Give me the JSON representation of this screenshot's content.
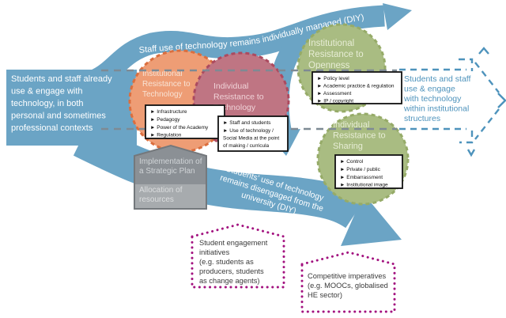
{
  "palette": {
    "flow_blue": "#6BA4C5",
    "orange_fill": "#EE9D75",
    "orange_border": "#DB6E3E",
    "mauve_fill": "#BF7583",
    "mauve_border": "#AC4A5F",
    "green_fill": "#A9BC82",
    "green_border": "#96AB68",
    "gray_dark": "#8B9095",
    "gray_light": "#A7ABAE",
    "magenta_dotted": "#A3127F",
    "dashed_arrow_blue": "#4E93BC",
    "dashed_line_gray": "#7E8A94"
  },
  "left_box": {
    "lines": [
      "Students and staff already",
      "use & engage with",
      "technology, in both",
      "personal and sometimes",
      "professional contexts"
    ]
  },
  "top_arrow": {
    "label": "Staff use of technology remains individually managed (DIY)"
  },
  "bottom_arrow": {
    "lines": [
      "Students' use of technology",
      "remains disengaged from the",
      "university (DIY)"
    ]
  },
  "right_arrow": {
    "lines": [
      "Students and staff",
      "use & engage",
      "with technology",
      "within institutional",
      "structures"
    ]
  },
  "circles": {
    "institutional_technology": {
      "title": [
        "Institutional",
        "Resistance to",
        "Technology"
      ],
      "items": [
        "► Infrastructure",
        "► Pedagogy",
        "► Power of the Academy",
        "► Regulation"
      ]
    },
    "individual_technology": {
      "title": [
        "Individual",
        "Resistance to",
        "Technology"
      ],
      "items": [
        "► Staff and students",
        "► Use of technology /",
        "Social Media at the point",
        "of making / curricula"
      ]
    },
    "institutional_openness": {
      "title": [
        "Institutional",
        "Resistance to",
        "Openness"
      ],
      "items": [
        "► Policy level",
        "► Academic practice & regulation",
        "► Assessment",
        "► IP / copyright"
      ]
    },
    "individual_sharing": {
      "title": [
        "Individual",
        "Resistance to",
        "Sharing"
      ],
      "items": [
        "► Control",
        "► Private / public",
        "► Embarrassment",
        "► Institutional image"
      ]
    }
  },
  "strategy_box": {
    "top": [
      "Implementation of",
      "a Strategic Plan"
    ],
    "bottom": [
      "Allocation of",
      "resources"
    ]
  },
  "pentagon_student": {
    "lines": [
      "Student engagement",
      "initiatives",
      "(e.g. students as",
      "producers, students",
      "as change agents)"
    ]
  },
  "pentagon_competitive": {
    "lines": [
      "Competitive imperatives",
      "(e.g. MOOCs, globalised",
      "HE sector)"
    ]
  }
}
